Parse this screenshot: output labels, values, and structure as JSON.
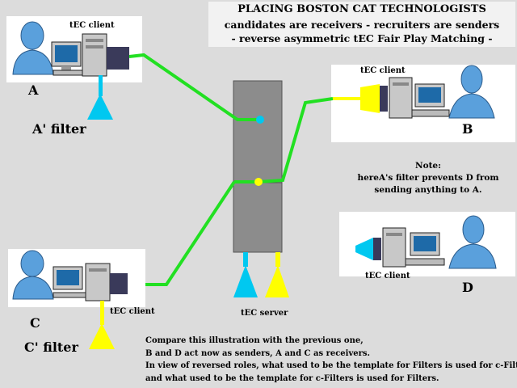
{
  "title": {
    "line1": "PLACING BOSTON CAT TECHNOLOGISTS",
    "line2": "candidates are receivers - recruiters are senders",
    "line3": "- reverse asymmetric tEC Fair Play Matching -"
  },
  "nodes": {
    "a": {
      "letter": "A",
      "client_label": "tEC client",
      "filter_label": "A' filter"
    },
    "b": {
      "letter": "B",
      "client_label": "tEC client"
    },
    "c": {
      "letter": "C",
      "client_label": "tEC client",
      "filter_label": "C' filter"
    },
    "d": {
      "letter": "D",
      "client_label": "tEC client"
    }
  },
  "server": {
    "label": "tEC server"
  },
  "note": {
    "line1": "Note:",
    "line2": "hereA's filter prevents D from",
    "line3": "sending anything to A."
  },
  "caption": {
    "line1": "Compare this illustration with the previous one,",
    "line2": "B and D act now as senders, A and C as receivers.",
    "line3": "In view of reversed roles, what used to be the template for Filters is used for c-Filters",
    "line4": "and what used to be the template for c-Filters is used for Filters."
  },
  "colors": {
    "background": "#dcdcdc",
    "link_green": "#22e022",
    "server_gray": "#8c8c8c",
    "filter_cyan": "#00c8f0",
    "filter_yellow": "#ffff00",
    "person_blue": "#5aa0dc"
  }
}
